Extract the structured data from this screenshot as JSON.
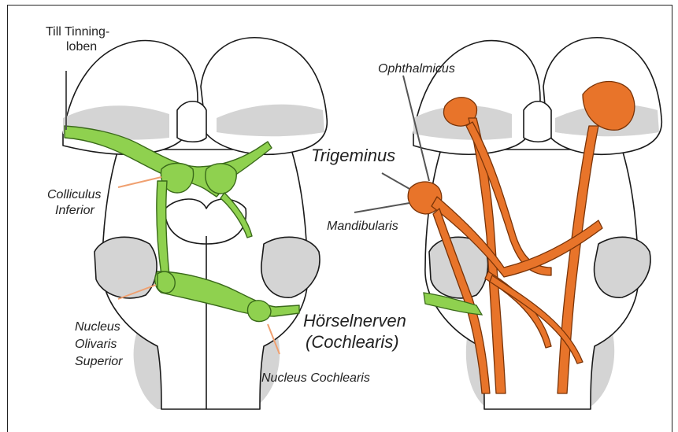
{
  "labels": {
    "tinning_line1": "Till Tinning-",
    "tinning_line2": "loben",
    "colliculus_line1": "Colliculus",
    "colliculus_line2": "Inferior",
    "olivaris_line1": "Nucleus",
    "olivaris_line2": "Olivaris",
    "olivaris_line3": "Superior",
    "cochlearis_nucleus": "Nucleus Cochlearis",
    "horsel_line1": "Hörselnerven",
    "horsel_line2": "(Cochlearis)",
    "ophthalmicus": "Ophthalmicus",
    "trigeminus": "Trigeminus",
    "mandibularis": "Mandibularis"
  },
  "colors": {
    "auditory_pathway": "#8fd14f",
    "trigeminal_pathway": "#e8742a",
    "brain_shading": "#d4d4d4",
    "outline": "#1a1a1a",
    "callout_arrow": "#f0a070"
  }
}
